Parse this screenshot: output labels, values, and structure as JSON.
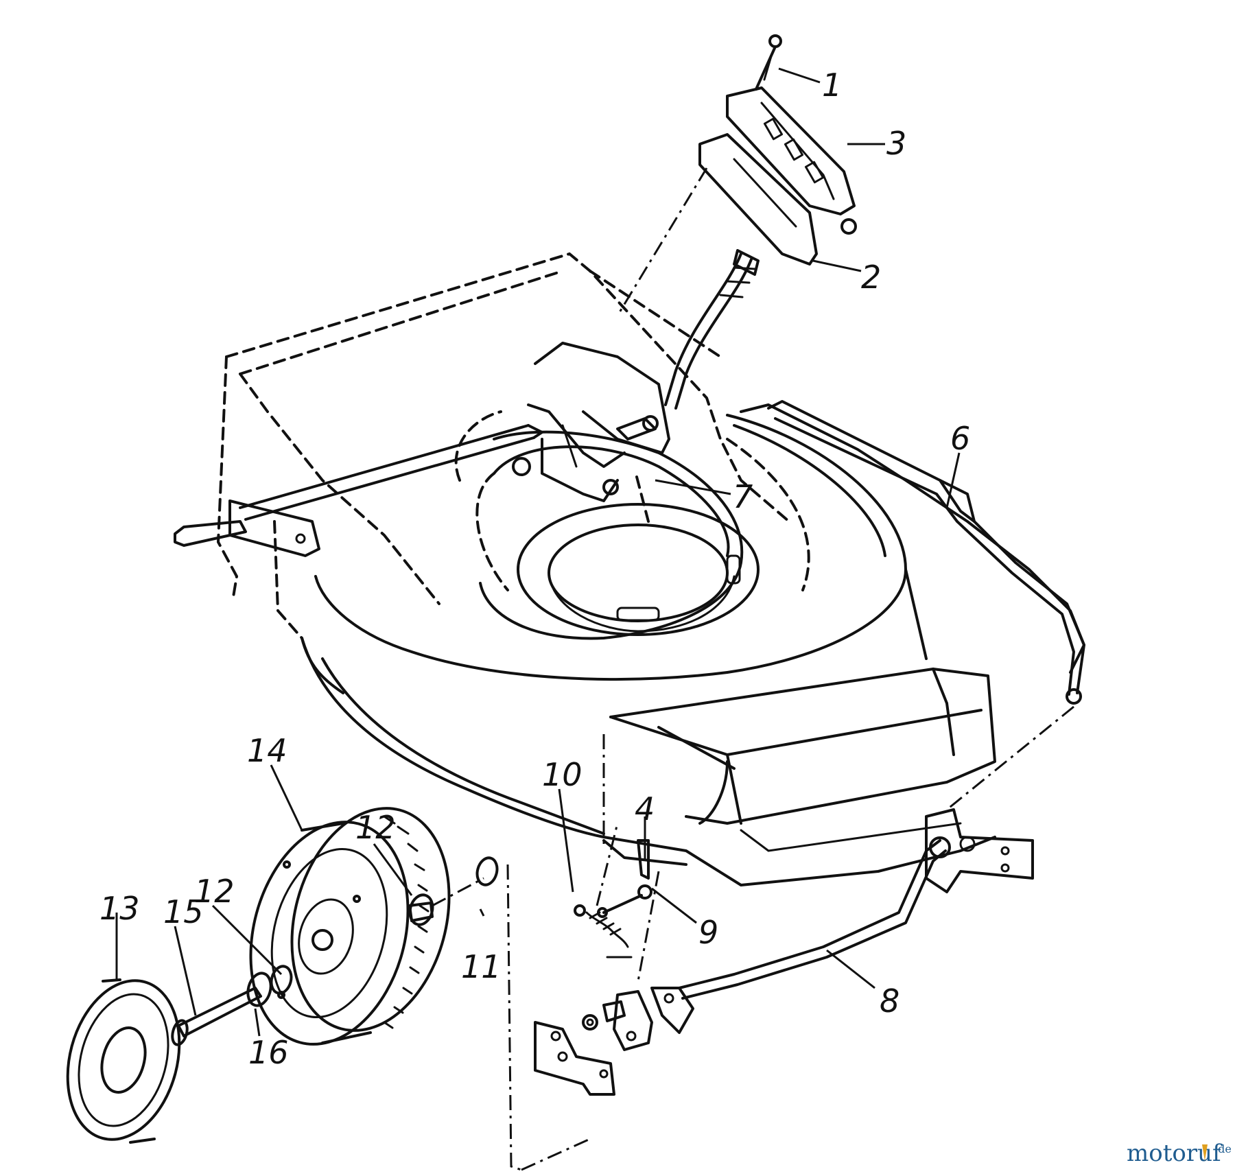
{
  "diagram": {
    "part_numbers": [
      "1",
      "2",
      "3",
      "4",
      "6",
      "7",
      "8",
      "9",
      "10",
      "11",
      "12",
      "12",
      "13",
      "14",
      "15",
      "16"
    ]
  },
  "watermark": {
    "brand_text": "motoruf",
    "tld_text": ".de",
    "brand_color": "#1f5c8f",
    "accent_color": "#e0a020"
  },
  "icons": [
    "lawn-mower-deck",
    "handle-bracket",
    "height-adjust-lever",
    "rear-wheel",
    "hubcap",
    "axle-bolt",
    "spring",
    "grass-catcher-outline"
  ]
}
